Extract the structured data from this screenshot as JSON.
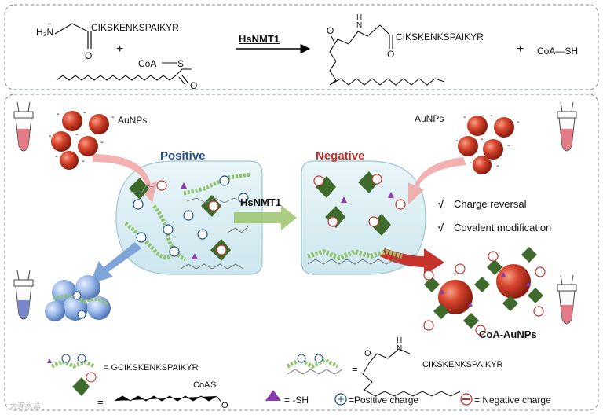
{
  "reaction": {
    "peptide_amine": "H₃N",
    "peptide_charge": "+",
    "peptide_seq": "CIKSKENKSPAIKYR",
    "plus": "+",
    "coa_label": "CoA",
    "s_label": "S",
    "o_label": "O",
    "enzyme": "HsNMT1",
    "product_seq": "CIKSKENKSPAIKYR",
    "product_o": "O",
    "product_h": "H",
    "product_n": "N",
    "plus2": "+",
    "coash": "CoA—SH"
  },
  "scheme": {
    "aunps_left": "AuNPs",
    "aunps_right": "AuNPs",
    "positive": "Positive",
    "negative": "Negative",
    "enzyme": "HsNMT1",
    "check1_mark": "√",
    "check1_text": "Charge reversal",
    "check2_mark": "√",
    "check2_text": "Covalent modification",
    "product_label": "CoA-AuNPs"
  },
  "legend": {
    "peptide_eq": "= GCIKSKENKSPAIKYR",
    "acyl_eq": "=",
    "acyl_coa": "CoA",
    "acyl_s": "S",
    "acyl_o": "O",
    "product_eq": "=",
    "product_h": "H",
    "product_n": "N",
    "product_seq": "CIKSKENKSPAIKYR",
    "product_o": "O",
    "sh_text": "= -SH",
    "pos_text": "=Positive charge",
    "neg_text": "= Negative charge"
  },
  "watermark": "大连水晶",
  "colors": {
    "gold_np": "#c0311f",
    "agg_np": "#8fb0e6",
    "arrow_red": "#c6332d",
    "arrow_pink": "#f2a8a8",
    "arrow_green": "#9bc46b",
    "arrow_blue": "#7fa5d8",
    "chamber": "#dceef3",
    "star": "#3e6b2c",
    "triangle": "#8a3cb0",
    "bead_green": "#8fc36a",
    "bead_blue": "#4a77c0"
  }
}
